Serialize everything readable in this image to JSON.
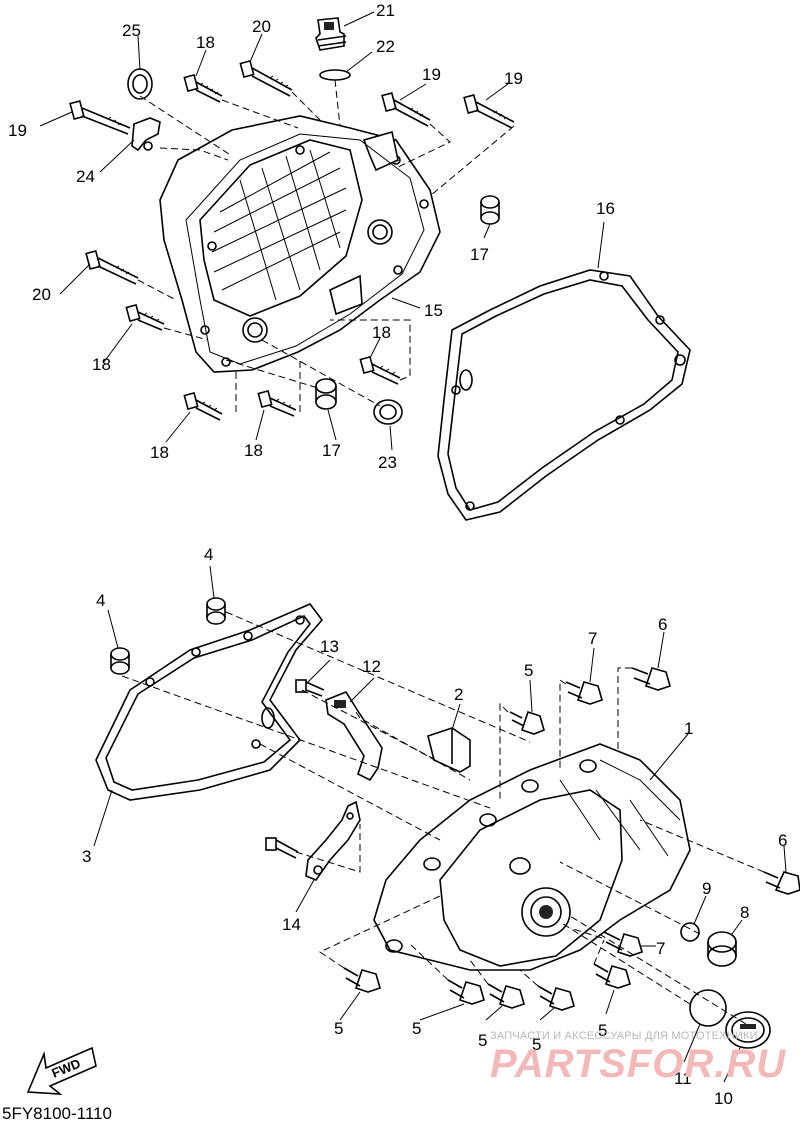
{
  "diagram": {
    "callouts": [
      {
        "id": "c21",
        "text": "21"
      },
      {
        "id": "c25",
        "text": "25"
      },
      {
        "id": "c18a",
        "text": "18"
      },
      {
        "id": "c20a",
        "text": "20"
      },
      {
        "id": "c22",
        "text": "22"
      },
      {
        "id": "c19a",
        "text": "19"
      },
      {
        "id": "c19b",
        "text": "19"
      },
      {
        "id": "c19c",
        "text": "19"
      },
      {
        "id": "c24",
        "text": "24"
      },
      {
        "id": "c16",
        "text": "16"
      },
      {
        "id": "c17a",
        "text": "17"
      },
      {
        "id": "c20b",
        "text": "20"
      },
      {
        "id": "c15",
        "text": "15"
      },
      {
        "id": "c18b",
        "text": "18"
      },
      {
        "id": "c18c",
        "text": "18"
      },
      {
        "id": "c18d",
        "text": "18"
      },
      {
        "id": "c18e",
        "text": "18"
      },
      {
        "id": "c17b",
        "text": "17"
      },
      {
        "id": "c23",
        "text": "23"
      },
      {
        "id": "c4a",
        "text": "4"
      },
      {
        "id": "c4b",
        "text": "4"
      },
      {
        "id": "c13",
        "text": "13"
      },
      {
        "id": "c12",
        "text": "12"
      },
      {
        "id": "c7a",
        "text": "7"
      },
      {
        "id": "c6a",
        "text": "6"
      },
      {
        "id": "c5a",
        "text": "5"
      },
      {
        "id": "c2",
        "text": "2"
      },
      {
        "id": "c1",
        "text": "1"
      },
      {
        "id": "c3",
        "text": "3"
      },
      {
        "id": "c6b",
        "text": "6"
      },
      {
        "id": "c14",
        "text": "14"
      },
      {
        "id": "c9",
        "text": "9"
      },
      {
        "id": "c8",
        "text": "8"
      },
      {
        "id": "c7b",
        "text": "7"
      },
      {
        "id": "c5b",
        "text": "5"
      },
      {
        "id": "c5c",
        "text": "5"
      },
      {
        "id": "c5d",
        "text": "5"
      },
      {
        "id": "c5e",
        "text": "5"
      },
      {
        "id": "c5f",
        "text": "5"
      },
      {
        "id": "c11",
        "text": "11"
      },
      {
        "id": "c10",
        "text": "10"
      }
    ],
    "fwd_label": "FWD",
    "doc_id": "5FY8100-1110"
  },
  "watermark": {
    "tagline": "ЗАПЧАСТИ И АКСЕССУАРЫ ДЛЯ МОТОТЕХНИКИ",
    "brand": "PARTSFOR.RU"
  },
  "colors": {
    "line": "#000000",
    "background": "#ffffff",
    "watermark_red": "#f3b8b8",
    "watermark_gray": "#b8b8b8"
  }
}
